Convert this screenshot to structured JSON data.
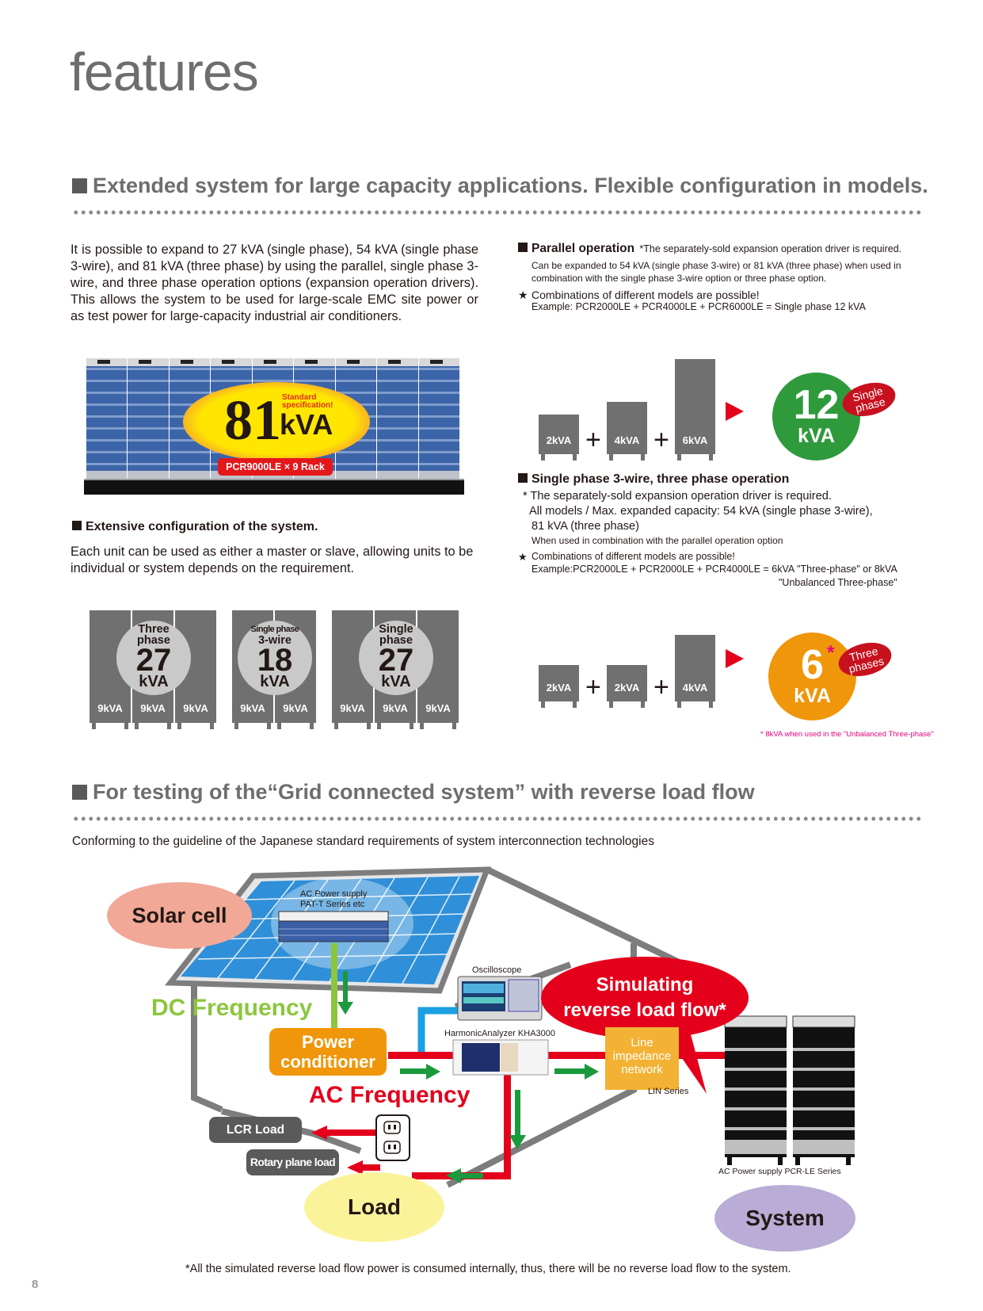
{
  "page": {
    "title": "features",
    "page_number": "8"
  },
  "section1": {
    "heading": "Extended system for large capacity applications. Flexible configuration in models.",
    "intro": "It is possible to expand to 27 kVA (single phase), 54 kVA (single phase 3-wire), and 81 kVA (three phase) by using the parallel, single phase 3-wire, and three phase operation options (expansion operation drivers). This allows the system to be used for large-scale EMC site power or as test power for large-capacity industrial air conditioners.",
    "rack": {
      "value": "81",
      "unit": "kVA",
      "badge_line1": "Standard",
      "badge_line2": "specification!",
      "label": "PCR9000LE × 9 Rack",
      "unit_count": 9
    },
    "extensive": {
      "heading": "Extensive configuration of the system.",
      "text": "Each unit can be used as either a master or slave, allowing units to be individual or system depends on the requirement."
    },
    "configs": [
      {
        "line1": "Three",
        "line2": "phase",
        "value": "27",
        "unit": "kVA",
        "units": [
          "9kVA",
          "9kVA",
          "9kVA"
        ]
      },
      {
        "line1": "Single phase",
        "line2": "3-wire",
        "value": "18",
        "unit": "kVA",
        "units": [
          "9kVA",
          "9kVA"
        ]
      },
      {
        "line1": "Single",
        "line2": "phase",
        "value": "27",
        "unit": "kVA",
        "units": [
          "9kVA",
          "9kVA",
          "9kVA"
        ]
      }
    ],
    "parallel": {
      "heading": "Parallel operation",
      "note": "*The separately-sold expansion operation driver is required.",
      "detail1": "Can be expanded to 54 kVA (single phase 3-wire) or 81 kVA (three phase) when used in",
      "detail2": "combination with the single phase 3-wire option or three phase option.",
      "star": "★",
      "combo": "Combinations of different models are possible!",
      "example": "Example: PCR2000LE + PCR4000LE + PCR6000LE = Single phase 12 kVA",
      "units": [
        "2kVA",
        "4kVA",
        "6kVA"
      ],
      "plus": "+",
      "result_value": "12",
      "result_unit": "kVA",
      "result_tag_line1": "Single",
      "result_tag_line2": "phase",
      "result_color": "#2f9a3c"
    },
    "threephase": {
      "heading": "Single phase 3-wire, three phase operation",
      "note": "* The separately-sold expansion operation driver is required.",
      "line2": "All models / Max. expanded capacity: 54 kVA (single phase 3-wire),",
      "line3": "81 kVA (three phase)",
      "line4": "When used in combination with the parallel operation option",
      "star": "★",
      "combo": "Combinations of different models are possible!",
      "example1": "Example:PCR2000LE + PCR2000LE + PCR4000LE = 6kVA \"Three-phase\" or 8kVA",
      "example2": "\"Unbalanced Three-phase\"",
      "units": [
        "2kVA",
        "2kVA",
        "4kVA"
      ],
      "plus": "+",
      "result_value": "6",
      "result_asterisk": "*",
      "result_unit": "kVA",
      "result_tag_line1": "Three",
      "result_tag_line2": "phases",
      "result_color": "#f0960a",
      "footnote": "* 8kVA when used in the \"Unbalanced Three-phase\""
    }
  },
  "section2": {
    "heading": "For testing of the“Grid connected system” with reverse load flow",
    "subtitle": "Conforming to the guideline of the Japanese standard requirements of system interconnection technologies",
    "diagram": {
      "solar_cell": "Solar cell",
      "ac_supply_caption1": "AC Power supply",
      "ac_supply_caption2": "PAT-T Series etc",
      "dc_frequency": "DC Frequency",
      "power_conditioner1": "Power",
      "power_conditioner2": "conditioner",
      "oscilloscope": "Oscilloscope",
      "harmonic_analyzer": "HarmonicAnalyzer KHA3000",
      "simulating1": "Simulating",
      "simulating2": "reverse load flow*",
      "line_impedance1": "Line",
      "line_impedance2": "impedance",
      "line_impedance3": "network",
      "lin_series": "LIN Series",
      "ac_frequency": "AC Frequency",
      "lcr_load": "LCR  Load",
      "rotary_load": "Rotary plane load",
      "load": "Load",
      "system": "System",
      "pcr_caption": "AC Power supply PCR-LE Series"
    },
    "footnote": "*All the simulated reverse load flow power is consumed internally, thus, there will be no reverse load flow to the system."
  }
}
